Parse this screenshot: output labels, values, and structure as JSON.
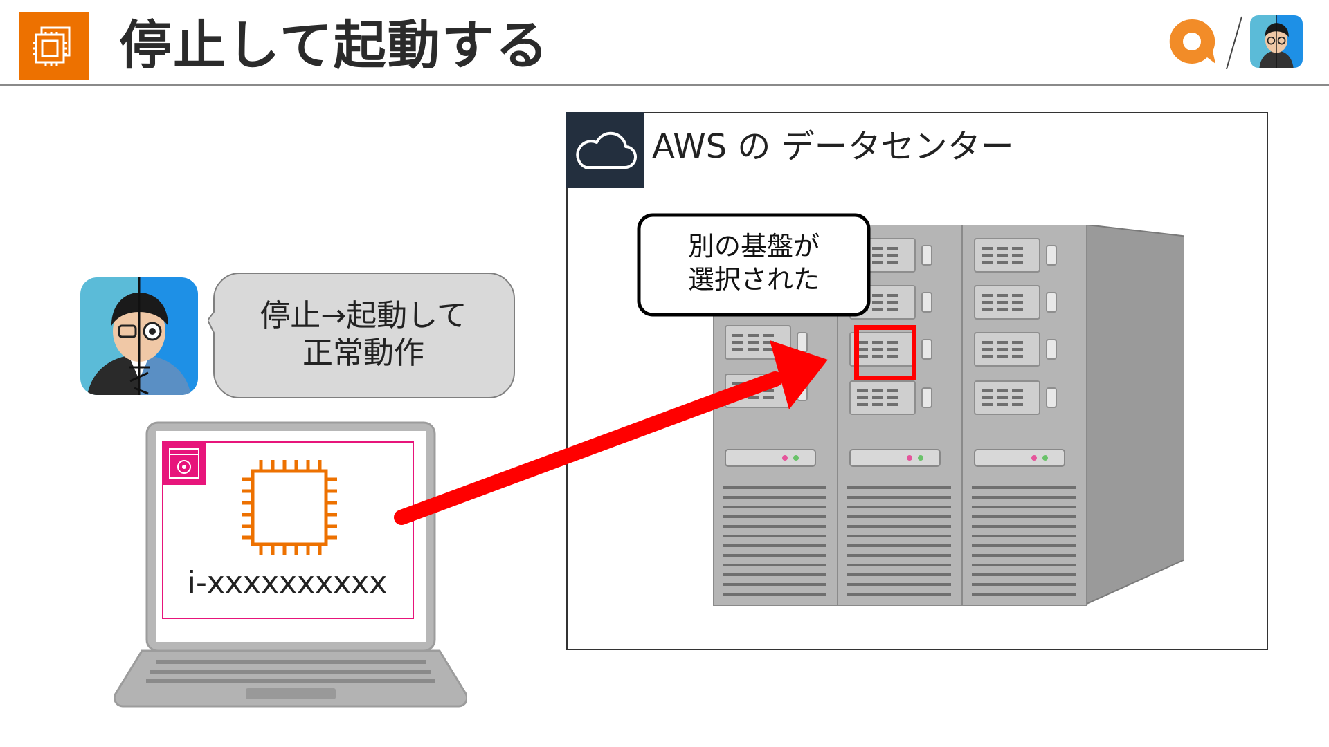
{
  "header": {
    "title": "停止して起動する",
    "icon": "ec2-instance-icon",
    "accent_color": "#ED7100"
  },
  "presenter": {
    "speech": "停止→起動して\n正常動作"
  },
  "laptop": {
    "instance_id": "i-xxxxxxxxxx",
    "instance_icon": "ec2-chip-icon",
    "group_icon": "gear-window-icon",
    "group_color": "#E7157B"
  },
  "datacenter": {
    "label": "AWS の データセンター",
    "icon": "cloud-icon"
  },
  "callout": {
    "text": "別の基盤が\n選択された"
  },
  "colors": {
    "arrow": "#ff0000",
    "highlight": "#ff0000",
    "cloud_box": "#232F3E"
  }
}
